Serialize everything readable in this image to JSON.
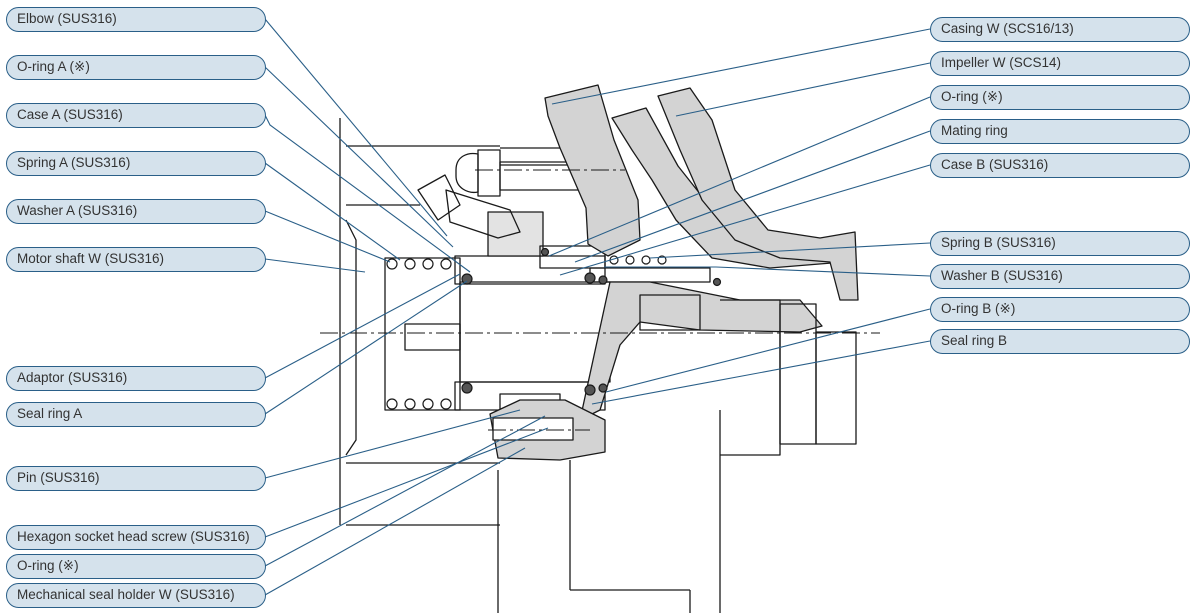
{
  "labels_left": [
    "Elbow (SUS316)",
    "O-ring A (※)",
    "Case A (SUS316)",
    "Spring A (SUS316)",
    "Washer A (SUS316)",
    "Motor shaft W (SUS316)",
    "Adaptor (SUS316)",
    "Seal ring A",
    "Pin (SUS316)",
    "Hexagon socket head screw (SUS316)",
    "O-ring (※)",
    "Mechanical seal holder W (SUS316)"
  ],
  "labels_right": [
    "Casing W (SCS16/13)",
    "Impeller W (SCS14)",
    "O-ring (※)",
    "Mating ring",
    "Case B (SUS316)",
    "Spring B (SUS316)",
    "Washer B (SUS316)",
    "O-ring B (※)",
    "Seal ring B"
  ],
  "colors": {
    "label_fill": "#d5e2ec",
    "label_border": "#2a5f88",
    "leader_line": "#2a5f88",
    "drawing_line": "#1a1a1a",
    "hatch_fill": "#d3d3d3"
  }
}
